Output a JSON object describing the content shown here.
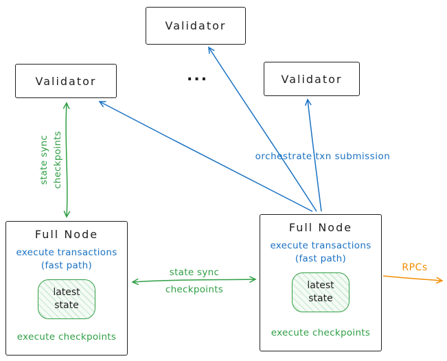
{
  "colors": {
    "ink": "#1e1e1e",
    "blue": "#1971c2",
    "green": "#2f9e44",
    "orange": "#f08c00"
  },
  "validators": {
    "top": {
      "label": "Validator"
    },
    "left": {
      "label": "Validator"
    },
    "right": {
      "label": "Validator"
    }
  },
  "ellipsis": "...",
  "full_nodes": {
    "left": {
      "title": "Full Node",
      "exec_line1": "execute transactions",
      "exec_line2": "(fast path)",
      "state_line1": "latest",
      "state_line2": "state",
      "footer": "execute checkpoints"
    },
    "right": {
      "title": "Full Node",
      "exec_line1": "execute transactions",
      "exec_line2": "(fast path)",
      "state_line1": "latest",
      "state_line2": "state",
      "footer": "execute checkpoints"
    }
  },
  "edge_labels": {
    "left_sync_line1": "state sync",
    "left_sync_line2": "checkpoints",
    "mid_sync_line1": "state sync",
    "mid_sync_line2": "checkpoints",
    "orchestrate": "orchestrate txn submission",
    "rpcs": "RPCs"
  }
}
